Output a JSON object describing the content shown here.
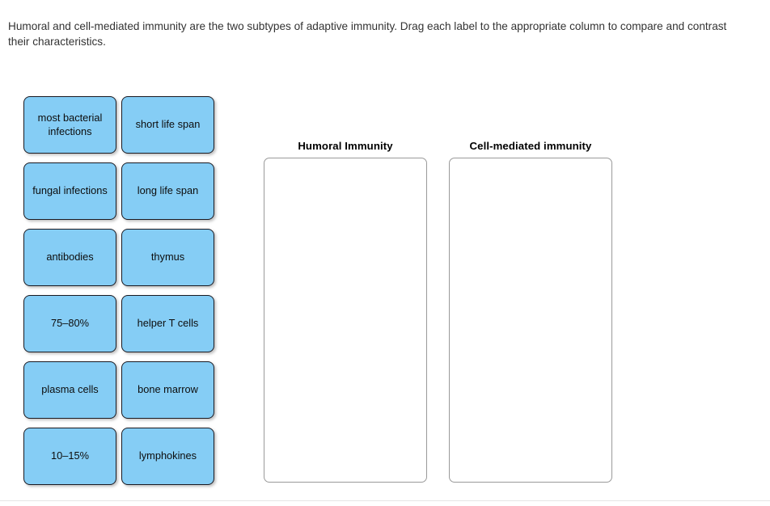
{
  "prompt": {
    "text": "Humoral and cell-mediated immunity are the two subtypes of adaptive immunity. Drag each label to the appropriate column to compare and contrast their characteristics."
  },
  "label_pool": {
    "tiles": [
      {
        "label": "most bacterial infections"
      },
      {
        "label": "short life span"
      },
      {
        "label": "fungal infections"
      },
      {
        "label": "long life span"
      },
      {
        "label": "antibodies"
      },
      {
        "label": "thymus"
      },
      {
        "label": "75–80%"
      },
      {
        "label": "helper T cells"
      },
      {
        "label": "plasma cells"
      },
      {
        "label": "bone marrow"
      },
      {
        "label": "10–15%"
      },
      {
        "label": "lymphokines"
      }
    ]
  },
  "columns": [
    {
      "title": "Humoral Immunity",
      "items": []
    },
    {
      "title": "Cell-mediated immunity",
      "items": []
    }
  ],
  "colors": {
    "tile_fill": "#85cdf5",
    "tile_border": "#1a1a22",
    "dropzone_border": "#9a9a9a",
    "page_background": "#ffffff",
    "text": "#333333"
  }
}
